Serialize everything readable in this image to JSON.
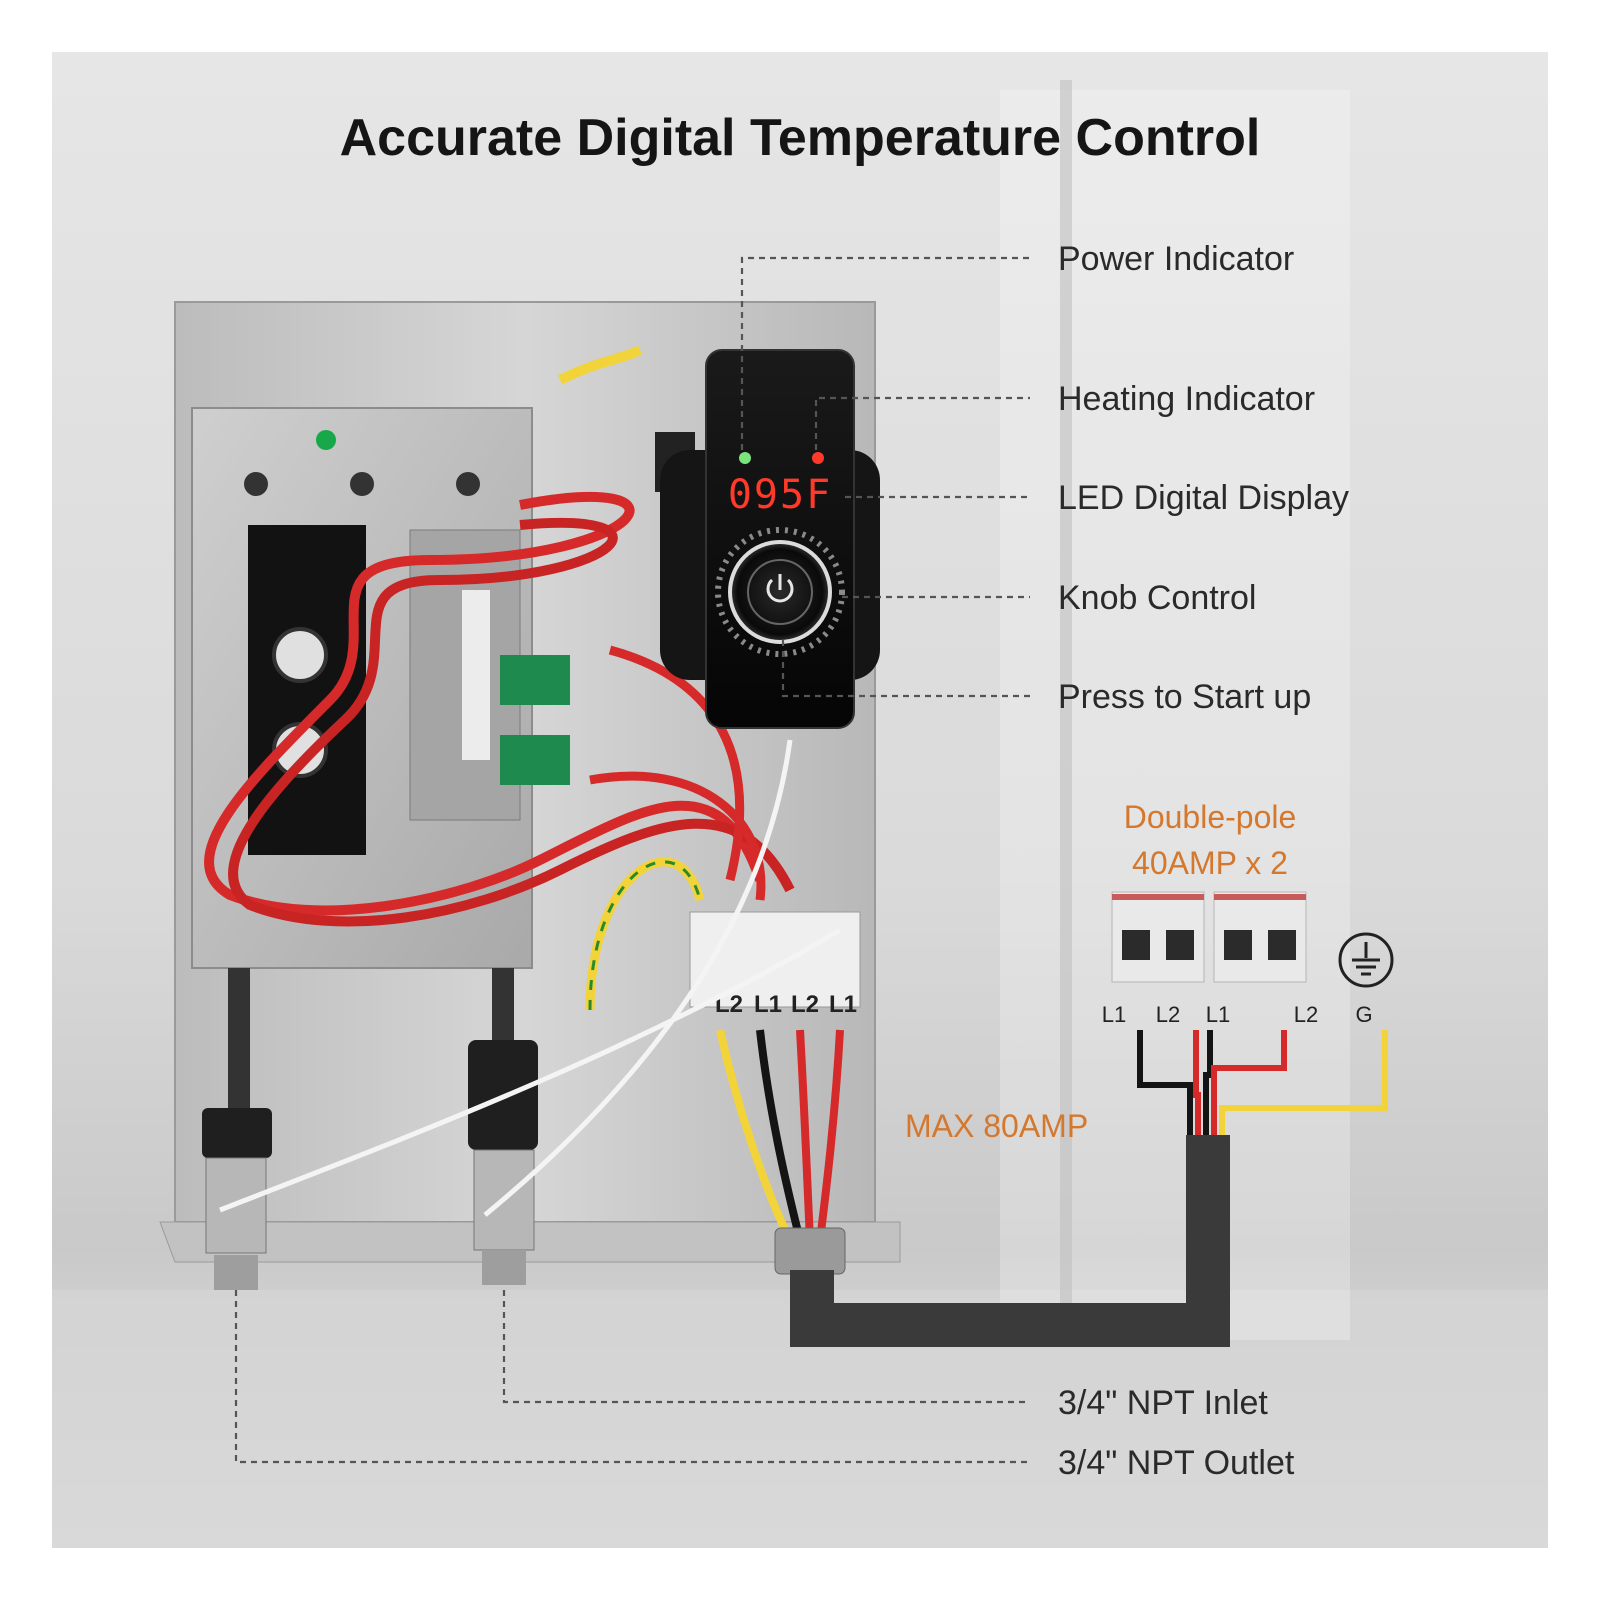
{
  "title": "Accurate Digital Temperature Control",
  "display_value": "095F",
  "callouts": {
    "power_indicator": "Power Indicator",
    "heating_indicator": "Heating Indicator",
    "led_display": "LED Digital Display",
    "knob_control": "Knob Control",
    "press_start": "Press to Start up",
    "inlet": "3/4\" NPT Inlet",
    "outlet": "3/4\" NPT Outlet"
  },
  "breaker": {
    "line1": "Double-pole",
    "line2": "40AMP x 2"
  },
  "max_amp": "MAX 80AMP",
  "unit_terminals": [
    "L2",
    "L1",
    "L2",
    "L1"
  ],
  "supply_terminals": [
    "L1",
    "L2",
    "L1",
    "L2",
    "G"
  ],
  "colors": {
    "accent_orange": "#d4782e",
    "wire_red": "#d62a2a",
    "wire_yellow": "#f2d43a",
    "wire_black": "#141414",
    "led_red": "#ff3a2a",
    "led_green": "#7be37b"
  }
}
